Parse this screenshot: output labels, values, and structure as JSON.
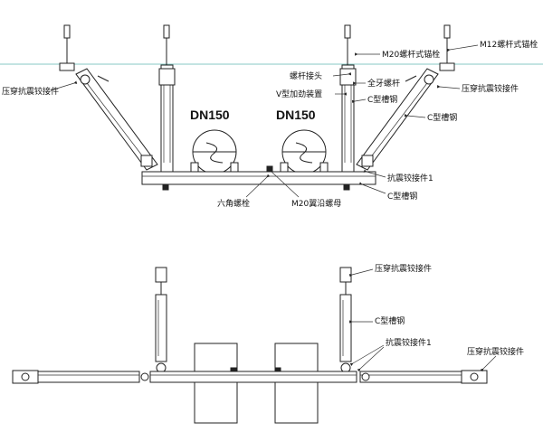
{
  "top_view": {
    "pipes": [
      "DN150",
      "DN150"
    ],
    "labels": {
      "m20_anchor": "M20螺杆式锚栓",
      "m12_anchor": "M12螺杆式锚栓",
      "rod_joint": "螺杆接头",
      "full_thread_rod": "全牙螺杆",
      "v_stiffener": "V型加劲装置",
      "c_channel_upper": "C型槽钢",
      "c_channel_diag": "C型槽钢",
      "press_hinge_left": "压穿抗震铰接件",
      "press_hinge_right": "压穿抗震铰接件",
      "seismic_hinge_1": "抗震铰接件1",
      "c_channel_bottom": "C型槽钢",
      "hex_bolt": "六角螺栓",
      "m20_flange_nut": "M20翼沿螺母"
    }
  },
  "bottom_view": {
    "labels": {
      "press_hinge_top": "压穿抗震铰接件",
      "c_channel": "C型槽钢",
      "seismic_hinge_1": "抗震铰接件1",
      "press_hinge_side": "压穿抗震铰接件"
    }
  },
  "colors": {
    "line": "#222222",
    "ceiling": "#5fb7b0"
  }
}
